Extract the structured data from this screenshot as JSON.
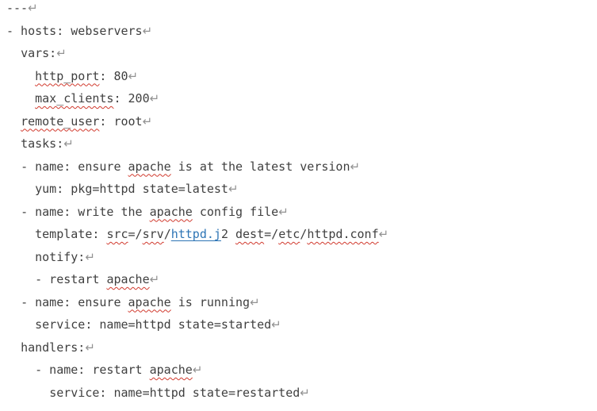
{
  "document": {
    "type": "word-processor-text-area",
    "background_color": "#ffffff",
    "text_color": "#3f3f3f",
    "squiggle_color": "#d13a2e",
    "link_color": "#2e75b5",
    "return_mark_color": "#929292",
    "return_mark_glyph": "↵",
    "lines": [
      {
        "indent": 0,
        "segments": [
          {
            "t": "---"
          }
        ]
      },
      {
        "indent": 0,
        "segments": [
          {
            "t": "- hosts: webservers"
          }
        ]
      },
      {
        "indent": 2,
        "segments": [
          {
            "t": "vars:"
          }
        ]
      },
      {
        "indent": 4,
        "segments": [
          {
            "t": "http_port",
            "s": true
          },
          {
            "t": ": 80"
          }
        ]
      },
      {
        "indent": 4,
        "segments": [
          {
            "t": "max_clients",
            "s": true
          },
          {
            "t": ": 200"
          }
        ]
      },
      {
        "indent": 2,
        "segments": [
          {
            "t": "remote_user",
            "s": true
          },
          {
            "t": ": root"
          }
        ]
      },
      {
        "indent": 2,
        "segments": [
          {
            "t": "tasks:"
          }
        ]
      },
      {
        "indent": 2,
        "segments": [
          {
            "t": "- name: ensure "
          },
          {
            "t": "apache",
            "s": true
          },
          {
            "t": " is at the latest version"
          }
        ]
      },
      {
        "indent": 4,
        "segments": [
          {
            "t": "yum: pkg=httpd state=latest"
          }
        ]
      },
      {
        "indent": 2,
        "segments": [
          {
            "t": "- name: write the "
          },
          {
            "t": "apache",
            "s": true
          },
          {
            "t": " config file"
          }
        ]
      },
      {
        "indent": 4,
        "segments": [
          {
            "t": "template: "
          },
          {
            "t": "src",
            "s": true
          },
          {
            "t": "=/"
          },
          {
            "t": "srv",
            "s": true
          },
          {
            "t": "/"
          },
          {
            "t": "httpd.j",
            "link": true
          },
          {
            "t": "2 "
          },
          {
            "t": "dest",
            "s": true
          },
          {
            "t": "=/"
          },
          {
            "t": "etc",
            "s": true
          },
          {
            "t": "/"
          },
          {
            "t": "httpd.conf",
            "s": true
          }
        ]
      },
      {
        "indent": 4,
        "segments": [
          {
            "t": "notify:"
          }
        ]
      },
      {
        "indent": 4,
        "segments": [
          {
            "t": "- restart "
          },
          {
            "t": "apache",
            "s": true
          }
        ]
      },
      {
        "indent": 2,
        "segments": [
          {
            "t": "- name: ensure "
          },
          {
            "t": "apache",
            "s": true
          },
          {
            "t": " is running"
          }
        ]
      },
      {
        "indent": 4,
        "segments": [
          {
            "t": "service: name=httpd state=started"
          }
        ]
      },
      {
        "indent": 2,
        "segments": [
          {
            "t": "handlers:"
          }
        ]
      },
      {
        "indent": 4,
        "segments": [
          {
            "t": "- name: restart "
          },
          {
            "t": "apache",
            "s": true
          }
        ]
      },
      {
        "indent": 6,
        "segments": [
          {
            "t": "service: name=httpd state=restarted"
          }
        ]
      }
    ]
  }
}
